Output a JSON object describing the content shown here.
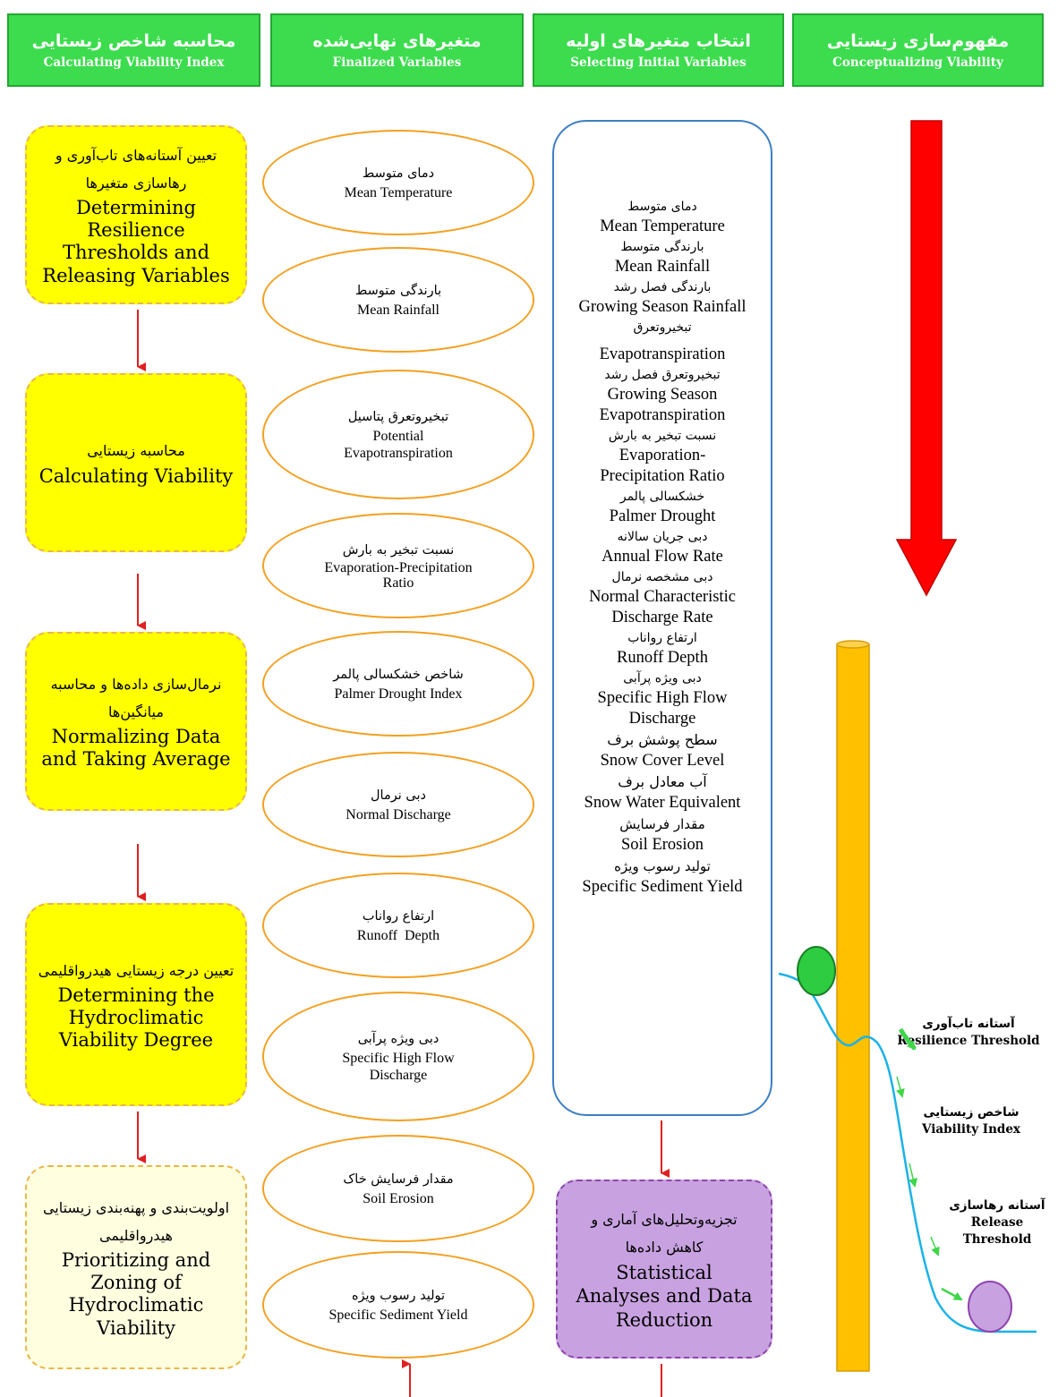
{
  "headers": [
    {
      "fa": "محاسبه شاخص زیستایی",
      "en": "Calculating Viability Index"
    },
    {
      "fa": "متغیرهای نهایی‌شده",
      "en": "Finalized Variables"
    },
    {
      "fa": "انتخاب متغیرهای اولیه",
      "en": "Selecting Initial Variables"
    },
    {
      "fa": "مفهوم‌سازی زیستایی",
      "en": "Conceptualizing Viability"
    }
  ],
  "steps": [
    {
      "fa": "تعیین آستانه‌های تاب‌آوری و رهاسازی متغیرها",
      "en": "Determining Resilience Thresholds and Releasing Variables"
    },
    {
      "fa": "محاسبه زیستایی",
      "en": "Calculating Viability"
    },
    {
      "fa": "نرمال‌سازی داده‌ها و محاسبه میانگین‌ها",
      "en": "Normalizing Data and Taking Average"
    },
    {
      "fa": "تعیین درجه زیستایی هیدرواقلیمی",
      "en": "Determining the Hydroclimatic Viability Degree"
    },
    {
      "fa": "اولویت‌بندی و پهنه‌بندی زیستایی هیدرواقلیمی",
      "en": "Prioritizing and Zoning of Hydroclimatic Viability"
    }
  ],
  "finalized": [
    {
      "fa": "دمای متوسط",
      "en": "Mean Temperature"
    },
    {
      "fa": "بارندگی متوسط",
      "en": "Mean Rainfall"
    },
    {
      "fa": "تبخیروتعرق پتاسیل",
      "en": "Potential Evapotranspiration"
    },
    {
      "fa": "نسبت تبخیر به بارش",
      "en": "Evaporation-Precipitation Ratio"
    },
    {
      "fa": "شاخص خشکسالی پالمر",
      "en": "Palmer Drought Index"
    },
    {
      "fa": "دبی نرمال",
      "en": "Normal Discharge"
    },
    {
      "fa": "ارتفاع رواناب",
      "en": "Runoff  Depth"
    },
    {
      "fa": "دبی ویژه پرآبی",
      "en": "Specific High Flow Discharge"
    },
    {
      "fa": "مقدار فرسایش خاک",
      "en": "Soil Erosion"
    },
    {
      "fa": "تولید رسوب ویژه",
      "en": "Specific Sediment Yield"
    }
  ],
  "initial": [
    {
      "fa": "دمای متوسط",
      "en": "Mean Temperature"
    },
    {
      "fa": "بارندگی متوسط",
      "en": "Mean Rainfall"
    },
    {
      "fa": "بارندگی فصل رشد",
      "en": "Growing Season Rainfall"
    },
    {
      "fa": "تبخیروتعرق",
      "en": "Evapotranspiration"
    },
    {
      "fa": "تبخیروتعرق فصل رشد",
      "en": "Growing Season Evapotranspiration"
    },
    {
      "fa": "نسبت تبخیر به بارش",
      "en": "Evaporation-Precipitation Ratio"
    },
    {
      "fa": "خشکسالی پالمر",
      "en": "Palmer Drought"
    },
    {
      "fa": "دبی جریان سالانه",
      "en": "Annual Flow Rate"
    },
    {
      "fa": "دبی مشخصه نرمال",
      "en": "Normal Characteristic Discharge Rate"
    },
    {
      "fa": "ارتفاع رواناب",
      "en": "Runoff Depth"
    },
    {
      "fa": "دبی ویژه پرآبی",
      "en": "Specific High Flow Discharge"
    },
    {
      "fa": "سطح پوشش برف",
      "en": "Snow Cover Level"
    },
    {
      "fa": "آب معادل برف",
      "en": "Snow Water Equivalent"
    },
    {
      "fa": "مقدار فرسایش",
      "en": "Soil Erosion"
    },
    {
      "fa": "تولید رسوب ویژه",
      "en": "Specific Sediment Yield"
    }
  ],
  "analysis": {
    "fa": "تجزیه‌وتحلیل‌های آماری و کاهش داده‌ها",
    "en": "Statistical Analyses and Data Reduction"
  },
  "concept_labels": [
    {
      "fa": "آستانه تاب‌آوری",
      "en": "Resilience Threshold"
    },
    {
      "fa": "شاخص زیستایی",
      "en": "Viability Index"
    },
    {
      "fa": "آستانه رهاسازی",
      "en": "Release Threshold"
    }
  ],
  "colors": {
    "header": "#3ddc4e",
    "step": "#ffff00",
    "oval_border": "#f4a020",
    "arrow": "#e02020",
    "purple": "#c8a2e0",
    "pole": "#ffc000",
    "curve": "#1ab2e8"
  }
}
